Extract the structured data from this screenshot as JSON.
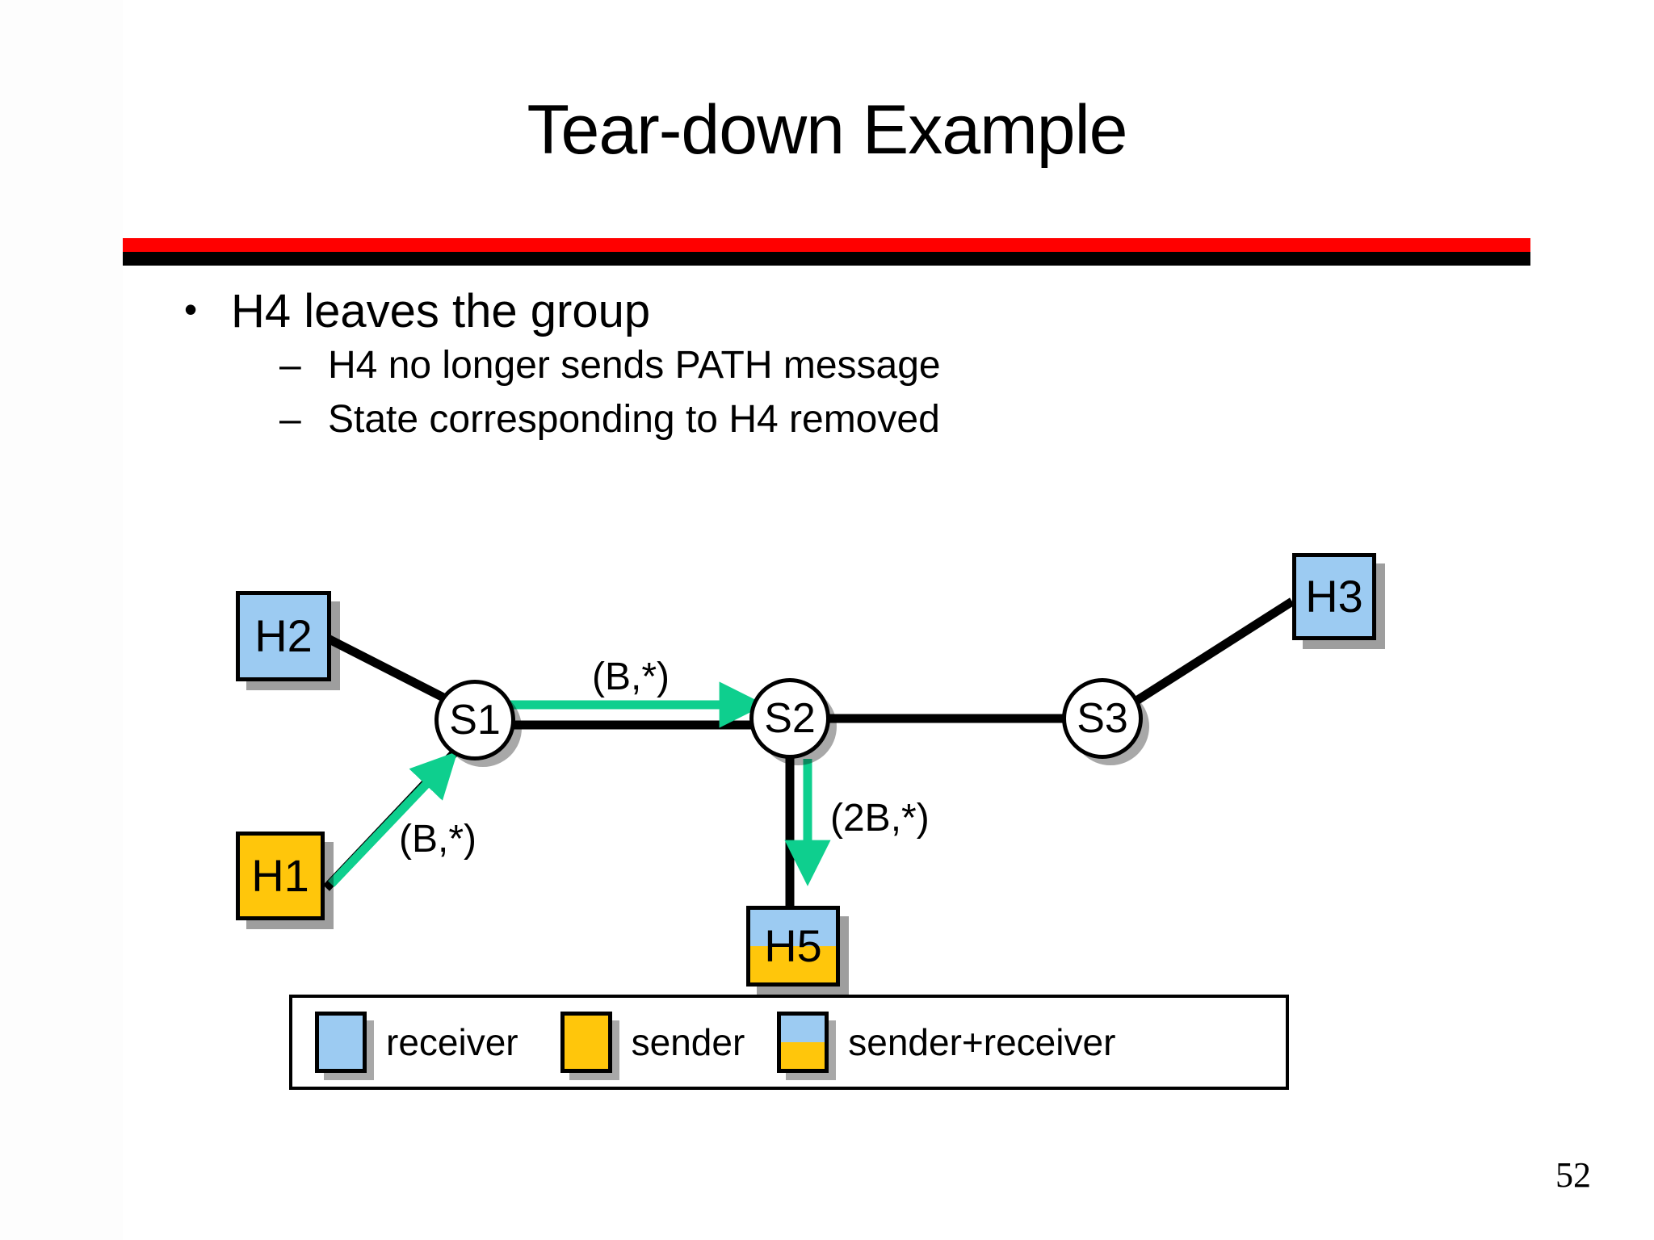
{
  "slide": {
    "title": "Tear-down Example",
    "page_number": "52",
    "accent_red": "#ff0000",
    "accent_black": "#000000"
  },
  "bullets": [
    {
      "marker": "•",
      "text": "H4 leaves the group",
      "sub": [
        {
          "marker": "–",
          "text": "H4 no longer sends PATH message"
        },
        {
          "marker": "–",
          "text": "State corresponding to H4 removed"
        }
      ]
    }
  ],
  "diagram": {
    "hosts": [
      {
        "id": "H2",
        "label": "H2",
        "role": "receiver",
        "color": "#9ccbf2"
      },
      {
        "id": "H3",
        "label": "H3",
        "role": "receiver",
        "color": "#9ccbf2"
      },
      {
        "id": "H1",
        "label": "H1",
        "role": "sender",
        "color": "#ffc60b"
      },
      {
        "id": "H5",
        "label": "H5",
        "role": "sender+receiver",
        "color": "#9ccbf2/#ffc60b"
      }
    ],
    "routers": [
      {
        "id": "S1",
        "label": "S1"
      },
      {
        "id": "S2",
        "label": "S2"
      },
      {
        "id": "S3",
        "label": "S3"
      }
    ],
    "links": [
      {
        "from": "H2",
        "to": "S1"
      },
      {
        "from": "H1",
        "to": "S1"
      },
      {
        "from": "S1",
        "to": "S2"
      },
      {
        "from": "S2",
        "to": "S3"
      },
      {
        "from": "S3",
        "to": "H3"
      },
      {
        "from": "S2",
        "to": "H5"
      }
    ],
    "reservations": [
      {
        "label": "(B,*)",
        "from": "H1",
        "to": "S1",
        "color": "#0ecf8e"
      },
      {
        "label": "(B,*)",
        "from": "S1",
        "to": "S2",
        "color": "#0ecf8e"
      },
      {
        "label": "(2B,*)",
        "from": "S2",
        "to": "H5",
        "color": "#0ecf8e"
      }
    ]
  },
  "legend": {
    "items": [
      {
        "swatch": "receiver",
        "label": "receiver"
      },
      {
        "swatch": "sender",
        "label": "sender"
      },
      {
        "swatch": "sender+receiver",
        "label": "sender+receiver"
      }
    ]
  }
}
